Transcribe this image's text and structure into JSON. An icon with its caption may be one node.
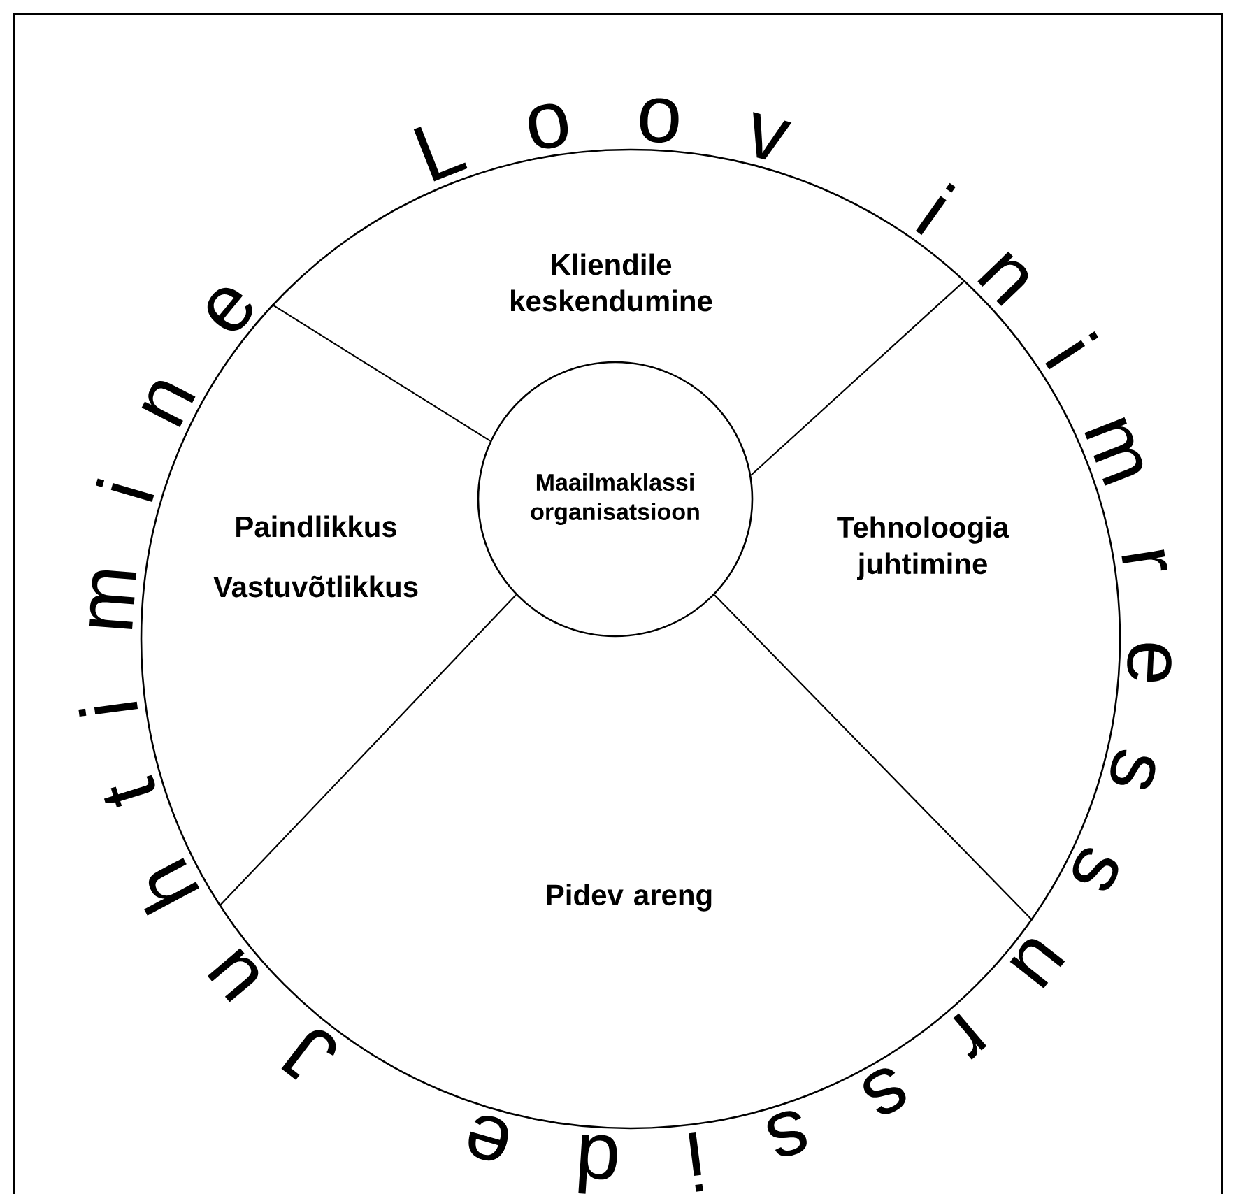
{
  "diagram": {
    "nodes": [
      {
        "text": [],
        "shape": "circle",
        "beside": [
          "Loov inimressursside Juhtimine"
        ]
      },
      {
        "text": [
          "Kliendile keskendumine"
        ],
        "in": 0
      },
      {
        "text": [
          "Paindlikkus",
          "Vastuvõtlikkus"
        ],
        "in": 0
      },
      {
        "text": [
          "Tehnoloogia juhtimine"
        ],
        "in": 0
      },
      {
        "text": [
          "Pidev areng"
        ],
        "in": 0
      },
      {
        "text": [
          "Maailmaklassi organisatsioon"
        ],
        "in": 0
      }
    ]
  }
}
